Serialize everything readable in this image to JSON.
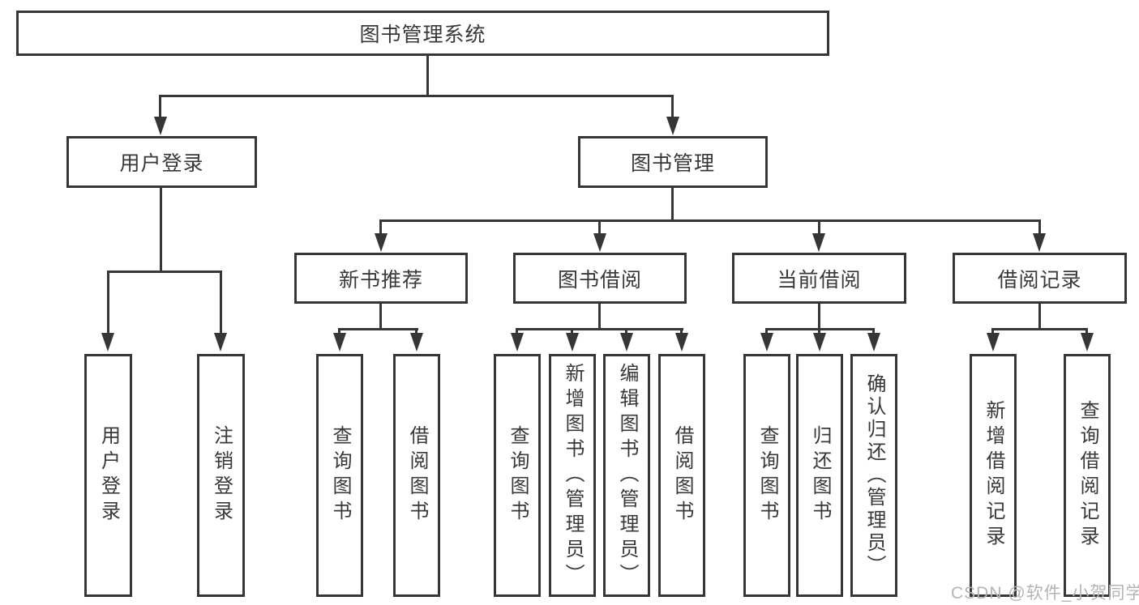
{
  "diagram": {
    "type": "hierarchy-tree",
    "colors": {
      "line": "#363636",
      "border": "#363636",
      "text": "#383838",
      "background": "#ffffff",
      "watermark": "#b4b4b4"
    },
    "watermark": "CSDN @软件_小贺同学",
    "root": {
      "label": "图书管理系统",
      "children": [
        {
          "label": "用户登录",
          "children": [
            {
              "label": "用户登录"
            },
            {
              "label": "注销登录"
            }
          ]
        },
        {
          "label": "图书管理",
          "children": [
            {
              "label": "新书推荐",
              "children": [
                {
                  "label": "查询图书"
                },
                {
                  "label": "借阅图书"
                }
              ]
            },
            {
              "label": "图书借阅",
              "children": [
                {
                  "label": "查询图书"
                },
                {
                  "label": "新增图书（管理员）"
                },
                {
                  "label": "编辑图书（管理员）"
                },
                {
                  "label": "借阅图书"
                }
              ]
            },
            {
              "label": "当前借阅",
              "children": [
                {
                  "label": "查询图书"
                },
                {
                  "label": "归还图书"
                },
                {
                  "label": "确认归还（管理员）"
                }
              ]
            },
            {
              "label": "借阅记录",
              "children": [
                {
                  "label": "新增借阅记录"
                },
                {
                  "label": "查询借阅记录"
                }
              ]
            }
          ]
        }
      ]
    }
  }
}
